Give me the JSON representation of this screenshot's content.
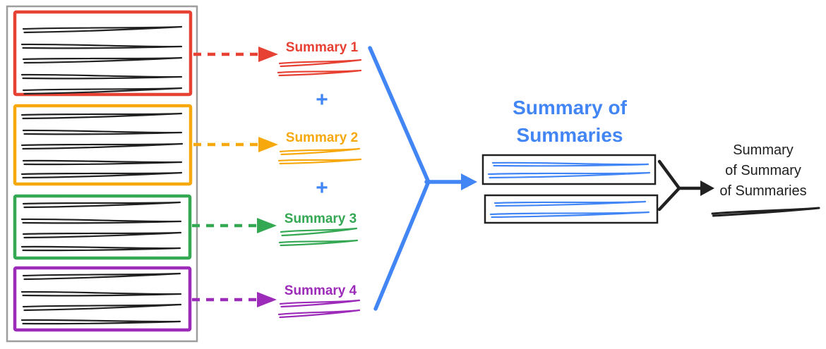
{
  "colors": {
    "red": "#e74133",
    "orange": "#f7a80d",
    "green": "#34a853",
    "purple": "#9d2bba",
    "blue": "#4285f4",
    "ink": "#212121",
    "gray": "#9e9e9e"
  },
  "pipeline": {
    "documents": [
      {
        "summary_label": "Summary 1"
      },
      {
        "summary_label": "Summary 2"
      },
      {
        "summary_label": "Summary 3"
      },
      {
        "summary_label": "Summary 4"
      }
    ],
    "plus": "+",
    "stage_two_title": "Summary of\nSummaries",
    "stage_three_title": "Summary\nof Summary\nof Summaries"
  }
}
